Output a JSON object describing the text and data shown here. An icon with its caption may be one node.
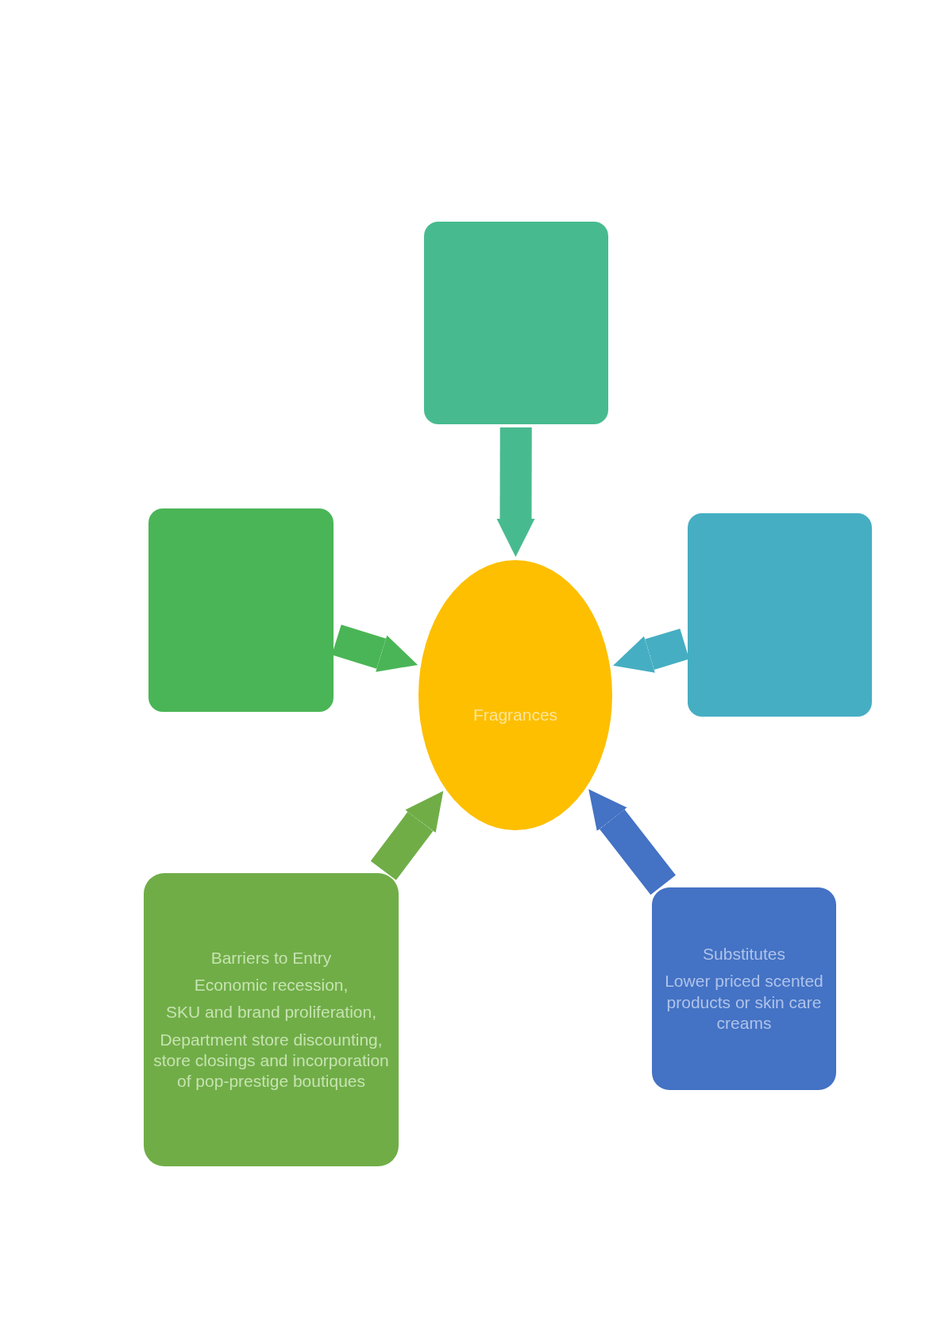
{
  "diagram": {
    "nodes": [
      {
        "text": [],
        "shape": "box"
      },
      {
        "text": [],
        "shape": "box"
      },
      {
        "text": [],
        "shape": "box"
      },
      {
        "text": [
          "Fragrances"
        ]
      },
      {
        "text": [
          "Barriers to Entry",
          "Economic recession,",
          "SKU and brand proliferation,",
          "Department store discounting, store closings and incorporation of pop-prestige boutiques"
        ]
      },
      {
        "text": [
          "Substitutes",
          "Lower priced scented products or skin care creams"
        ]
      }
    ],
    "edges": [
      {
        "from": 0,
        "to": 3,
        "arrow": "to",
        "color": "#47bb8f"
      },
      {
        "from": 1,
        "to": 3,
        "arrow": "to",
        "color": "#4ab556"
      },
      {
        "from": 2,
        "to": 3,
        "arrow": "to",
        "color": "#46aec2"
      },
      {
        "from": 4,
        "to": 3,
        "arrow": "to",
        "color": "#70ad47"
      },
      {
        "from": 5,
        "to": 3,
        "arrow": "to",
        "color": "#4472c4"
      }
    ]
  }
}
